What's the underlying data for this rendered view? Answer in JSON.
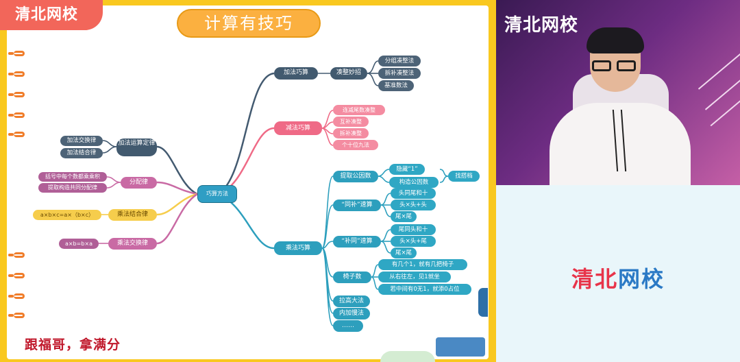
{
  "logo": {
    "text": "清北网校"
  },
  "slide_title": "计算有技巧",
  "mindmap": {
    "center": "巧算方法",
    "left": {
      "addition_laws": {
        "label": "加法运算定律",
        "children": [
          "加法交换律",
          "加法结合律"
        ]
      },
      "distributive": {
        "label": "分配律",
        "children": [
          "括号中每个数都乘乘积",
          "提取构造共同分配律"
        ]
      },
      "mult_assoc": {
        "label": "乘法结合律",
        "children": [
          "a×b×c=a×（b×c）"
        ]
      },
      "mult_comm": {
        "label": "乘法交换律",
        "children": [
          "a×b=b×a"
        ]
      }
    },
    "right": {
      "addition": {
        "label": "加法巧算",
        "children": [
          {
            "label": "凑整妙招",
            "children": [
              "分组凑整法",
              "拆补凑整法",
              "基准数法"
            ]
          }
        ]
      },
      "subtraction": {
        "label": "减法巧算",
        "children": [
          "连减尾数凑整",
          "互补凑整",
          "拆补凑整",
          "个十位九法"
        ]
      },
      "multiplication": {
        "label": "乘法巧算",
        "groups": [
          {
            "label": "提取公因数",
            "children": [
              "隐藏“1”",
              "构造公因数"
            ],
            "note": "找搭档"
          },
          {
            "label": "“同补”速算",
            "children": [
              "头同尾和十",
              "头×头+头",
              "尾×尾"
            ]
          },
          {
            "label": "“补同”速算",
            "children": [
              "尾同头和十",
              "头×头+尾",
              "尾×尾"
            ]
          },
          {
            "label": "椅子数",
            "children": [
              "有几个1，就有几把椅子",
              "从右往左，见1就坐",
              "若中间有0无1，就添0占位"
            ]
          },
          {
            "label": "拉高大法"
          },
          {
            "label": "内加慢法"
          },
          {
            "label": "……"
          }
        ]
      }
    }
  },
  "slogan": "跟福哥，拿满分",
  "video": {
    "logo_text": "清北网校"
  },
  "brand_panel": {
    "logo_text": "清北网校",
    "logo_red": "清北",
    "logo_blue": "网校"
  },
  "colors": {
    "board": "#f9c81f",
    "title_pill": "#fbb040",
    "logo_badge": "#f2665a",
    "brand_red": "#e8344a",
    "brand_blue": "#2a79c5"
  }
}
